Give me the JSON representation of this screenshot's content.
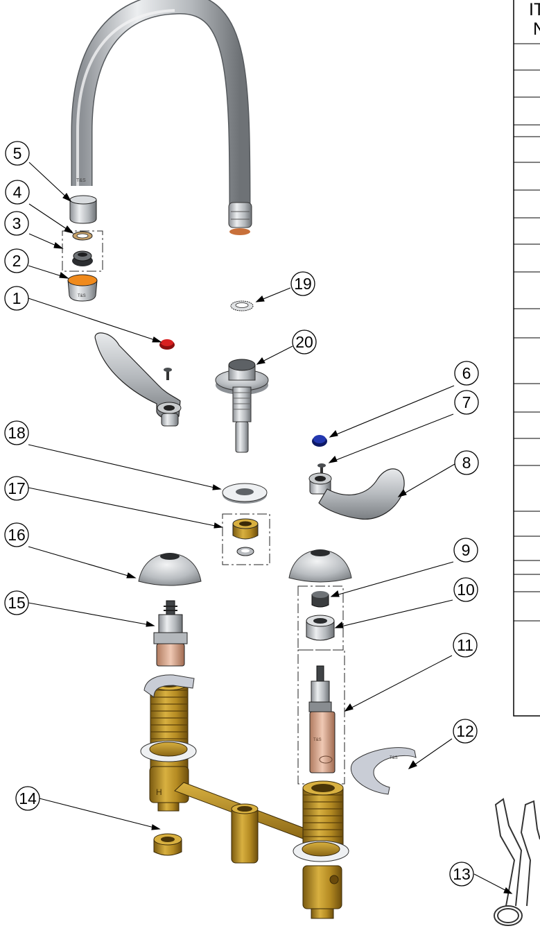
{
  "callouts": [
    {
      "id": "1",
      "label": "1"
    },
    {
      "id": "2",
      "label": "2"
    },
    {
      "id": "3",
      "label": "3"
    },
    {
      "id": "4",
      "label": "4"
    },
    {
      "id": "5",
      "label": "5"
    },
    {
      "id": "6",
      "label": "6"
    },
    {
      "id": "7",
      "label": "7"
    },
    {
      "id": "8",
      "label": "8"
    },
    {
      "id": "9",
      "label": "9"
    },
    {
      "id": "10",
      "label": "10"
    },
    {
      "id": "11",
      "label": "11"
    },
    {
      "id": "12",
      "label": "12"
    },
    {
      "id": "13",
      "label": "13"
    },
    {
      "id": "14",
      "label": "14"
    },
    {
      "id": "15",
      "label": "15"
    },
    {
      "id": "16",
      "label": "16"
    },
    {
      "id": "17",
      "label": "17"
    },
    {
      "id": "18",
      "label": "18"
    },
    {
      "id": "19",
      "label": "19"
    },
    {
      "id": "20",
      "label": "20"
    }
  ],
  "parts_table": {
    "header_line1": "IT",
    "header_line2": "N"
  },
  "colors": {
    "steel": "#b9bcc0",
    "brass": "#b48a22",
    "copper": "#d9a589",
    "red_index": "#cc1a1a",
    "blue_index": "#1c2f9e",
    "orange_aerator": "#f08a1c"
  }
}
